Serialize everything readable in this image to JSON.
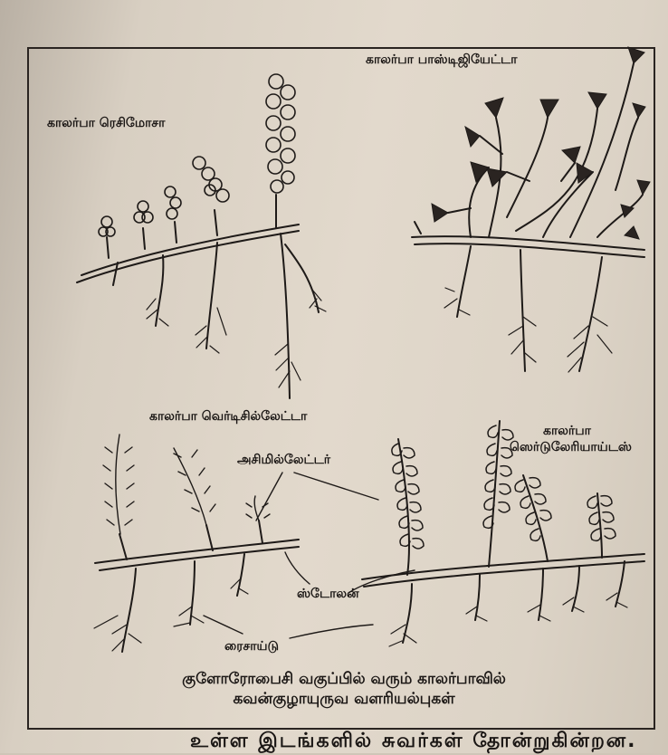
{
  "labels": {
    "caulerpa_racemosa": "காலர்பா ரெசிமோசா",
    "caulerpa_fastigiata": "காலர்பா பாஸ்டிஜியேட்டா",
    "caulerpa_verticillata": "காலர்பா வெர்டிசில்லேட்டா",
    "caulerpa_sertularioides_line1": "காலர்பா",
    "caulerpa_sertularioides_line2": "ஸெர்டுலேரியாய்டஸ்",
    "assimilator": "அசிமில்லேட்டர்",
    "stolon": "ஸ்டோலன்",
    "rhizoid": "ரைசாய்டு"
  },
  "caption": {
    "line1": "குளோரோபைசி வகுப்பில் வரும் காலர்பாவில்",
    "line2": "கவன்குழாயுருவ வளரியல்புகள்"
  },
  "bottom_text": "உள்ள இடங்களில் சுவர்கள் தோன்றுகின்றன."
}
